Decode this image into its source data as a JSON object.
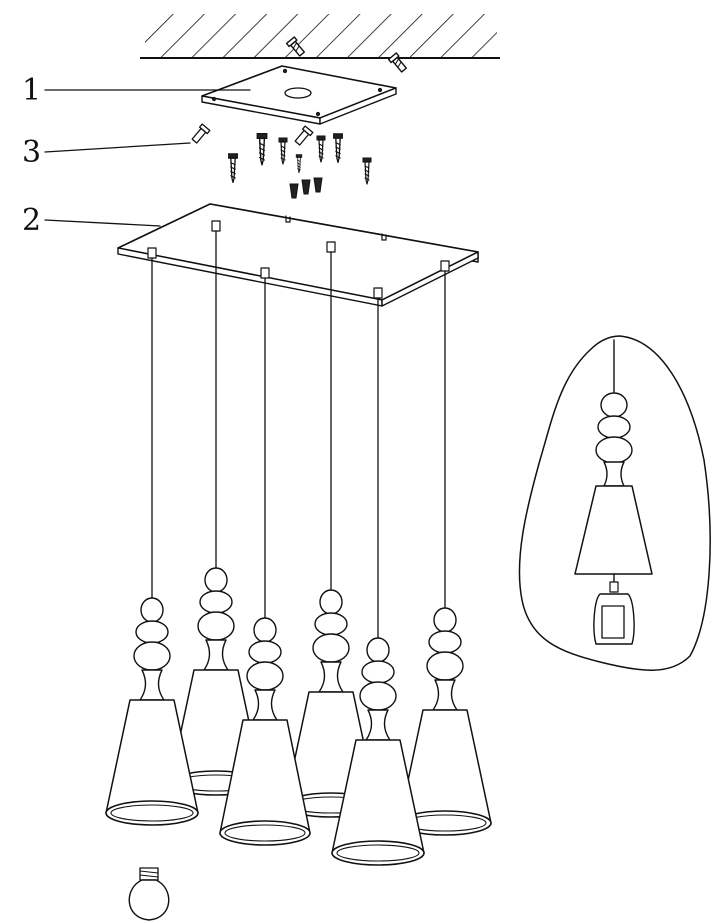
{
  "callouts": [
    {
      "number": "1",
      "part": "mounting-plate"
    },
    {
      "number": "3",
      "part": "screw-kit"
    },
    {
      "number": "2",
      "part": "canopy"
    }
  ],
  "pendant_count": 6,
  "colors": {
    "line": "#111111",
    "background": "#ffffff"
  }
}
